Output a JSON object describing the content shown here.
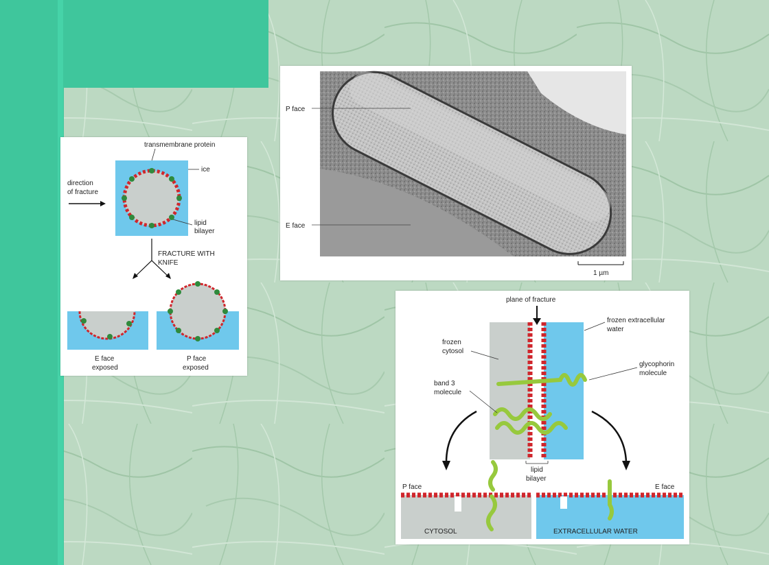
{
  "colors": {
    "slide_bg": "#b9d7bf",
    "accent_teal": "#3fc69c",
    "ice_blue": "#6fc8ec",
    "cytosol_gray": "#c9cfcc",
    "lipid_red": "#d0262c",
    "protein_green": "#97c93d"
  },
  "left_diagram": {
    "transmembrane_protein": "transmembrane protein",
    "ice": "ice",
    "direction_line1": "direction",
    "direction_line2": "of fracture",
    "lipid_line1": "lipid",
    "lipid_line2": "bilayer",
    "fracture_line1": "FRACTURE WITH",
    "fracture_line2": "KNIFE",
    "e_face_line1": "E face",
    "e_face_line2": "exposed",
    "p_face_line1": "P face",
    "p_face_line2": "exposed"
  },
  "micrograph": {
    "p_face": "P face",
    "e_face": "E face",
    "scale_bar": "1 µm"
  },
  "right_diagram": {
    "plane_of_fracture": "plane of fracture",
    "frozen_extracellular_line1": "frozen extracellular",
    "frozen_extracellular_line2": "water",
    "frozen_cytosol_line1": "frozen",
    "frozen_cytosol_line2": "cytosol",
    "glycophorin_line1": "glycophorin",
    "glycophorin_line2": "molecule",
    "band3_line1": "band 3",
    "band3_line2": "molecule",
    "lipid_line1": "lipid",
    "lipid_line2": "bilayer",
    "p_face": "P face",
    "e_face": "E face",
    "cytosol": "CYTOSOL",
    "extracellular_water": "EXTRACELLULAR WATER"
  }
}
